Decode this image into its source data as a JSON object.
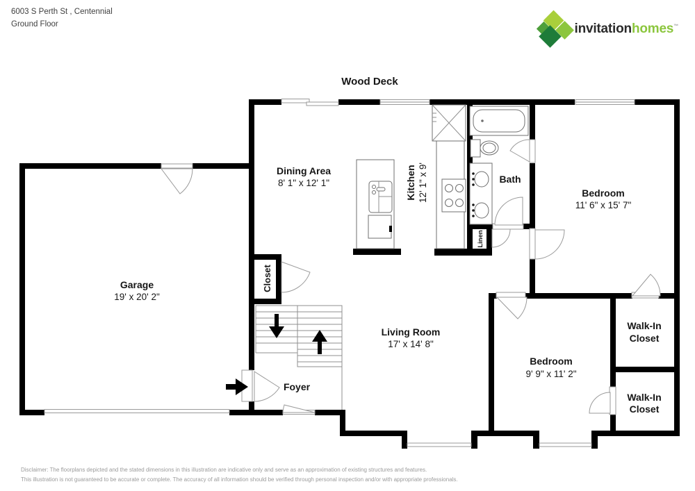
{
  "header": {
    "address": "6003 S Perth St , Centennial",
    "floor": "Ground Floor"
  },
  "logo": {
    "brand_dark": "invitation",
    "brand_green": "homes",
    "tm": "™"
  },
  "plan": {
    "deck_label": "Wood Deck",
    "rooms": {
      "dining": {
        "name": "Dining Area",
        "dims": "8' 1\" x 12' 1\""
      },
      "kitchen": {
        "name": "Kitchen",
        "dims": "12' 1\" x 9'"
      },
      "bath": {
        "name": "Bath"
      },
      "bedroom1": {
        "name": "Bedroom",
        "dims": "11' 6\" x 15' 7\""
      },
      "garage": {
        "name": "Garage",
        "dims": "19' x 20' 2\""
      },
      "closet": {
        "name": "Closet"
      },
      "linen": {
        "name": "Linen"
      },
      "living": {
        "name": "Living Room",
        "dims": "17' x 14' 8\""
      },
      "foyer": {
        "name": "Foyer"
      },
      "bedroom2": {
        "name": "Bedroom",
        "dims": "9' 9\" x 11' 2\""
      },
      "walkin1": {
        "line1": "Walk-In",
        "line2": "Closet"
      },
      "walkin2": {
        "line1": "Walk-In",
        "line2": "Closet"
      }
    }
  },
  "colors": {
    "wall": "#000000",
    "thin_line": "#8f8f8f",
    "brand_green": "#8cc63e",
    "logo_light_green": "#a9cf3b",
    "logo_mid_green": "#8cc63e",
    "logo_leaf_green": "#4d9f3a",
    "logo_dark_green": "#1e7c39",
    "text": "#161616",
    "disclaimer_text": "#9b9b9b"
  },
  "disclaimer": {
    "line1": "Disclaimer: The floorplans depicted and the stated dimensions in this illustration are indicative only and serve as an approximation of existing structures and features.",
    "line2": "This illustration is not guaranteed to be accurate or complete. The accuracy of all information should be verified through personal inspection and/or with appropriate professionals."
  }
}
